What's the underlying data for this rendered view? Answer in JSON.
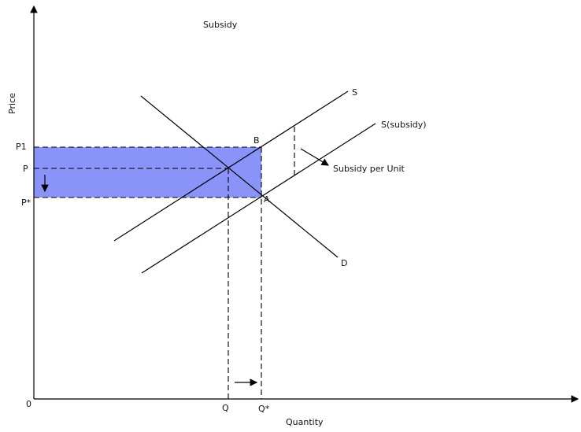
{
  "title": "Subsidy",
  "axes": {
    "y_label": "Price",
    "x_label": "Quantity",
    "origin": "0"
  },
  "price_labels": {
    "p1": "P1",
    "p": "P",
    "p_star": "P*"
  },
  "quantity_labels": {
    "q": "Q",
    "q_star": "Q*"
  },
  "curves": {
    "supply": "S",
    "supply_subsidy": "S(subsidy)",
    "demand": "D"
  },
  "points": {
    "a": "A",
    "b": "B"
  },
  "annotations": {
    "subsidy_per_unit": "Subsidy per Unit"
  },
  "colors": {
    "subsidy_area": "#8a93f7"
  }
}
